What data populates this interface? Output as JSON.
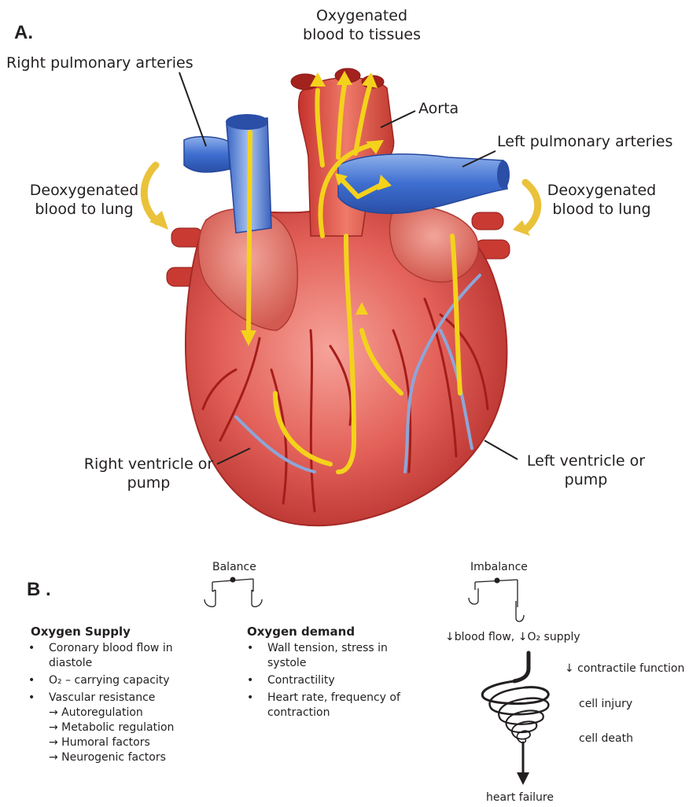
{
  "panel_a": {
    "label": "A.",
    "labels": {
      "oxygenated": [
        "Oxygenated",
        "blood to tissues"
      ],
      "right_pulmonary": "Right pulmonary arteries",
      "aorta": "Aorta",
      "left_pulmonary": "Left pulmonary arteries",
      "deoxy_left": [
        "Deoxygenated",
        "blood to lung"
      ],
      "deoxy_right": [
        "Deoxygenated",
        "blood to lung"
      ],
      "right_ventricle": [
        "Right ventricle or",
        "pump"
      ],
      "left_ventricle": [
        "Left ventricle or",
        "pump"
      ]
    }
  },
  "panel_b": {
    "label": "B .",
    "balance_label": "Balance",
    "imbalance_label": "Imbalance",
    "supply": {
      "heading": "Oxygen Supply",
      "bullets": [
        [
          "Coronary blood flow in",
          "diastole"
        ],
        [
          "O₂ – carrying capacity"
        ],
        [
          "Vascular resistance"
        ]
      ],
      "subitems": [
        "→ Autoregulation",
        "→ Metabolic regulation",
        "→ Humoral factors",
        "→ Neurogenic factors"
      ]
    },
    "demand": {
      "heading": "Oxygen demand",
      "bullets": [
        [
          "Wall tension, stress in",
          "systole"
        ],
        [
          "Contractility"
        ],
        [
          "Heart rate, frequency of",
          "contraction"
        ]
      ]
    },
    "cascade": {
      "start": "↓blood flow, ↓O₂ supply",
      "steps": [
        "↓ contractile function",
        "cell injury",
        "cell death"
      ],
      "end": "heart failure"
    },
    "bullet_glyph": "•"
  }
}
